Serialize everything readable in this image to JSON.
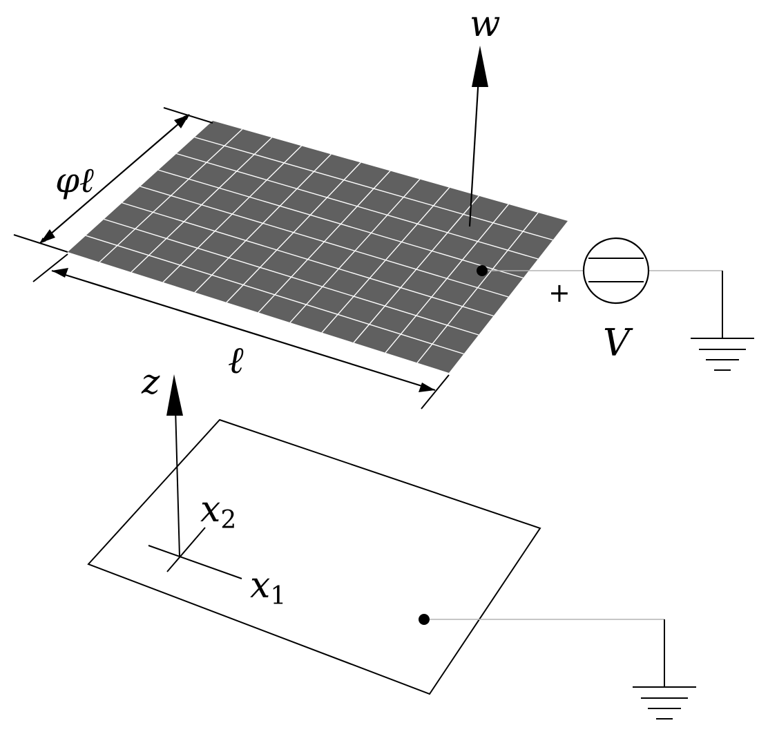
{
  "labels": {
    "deflection": "w",
    "width": "φℓ",
    "length": "ℓ",
    "voltage": "V",
    "plus": "+",
    "z_axis": "z",
    "x1": "x",
    "x1_sub": "1",
    "x2": "x",
    "x2_sub": "2"
  },
  "colors": {
    "membrane_fill": "#606060",
    "grid_line": "#ffffff",
    "stroke": "#000000",
    "wire": "#b4b4b4"
  },
  "mesh": {
    "cols": 12,
    "rows": 8
  },
  "icons": [
    "voltage-source-icon",
    "ground-icon"
  ]
}
